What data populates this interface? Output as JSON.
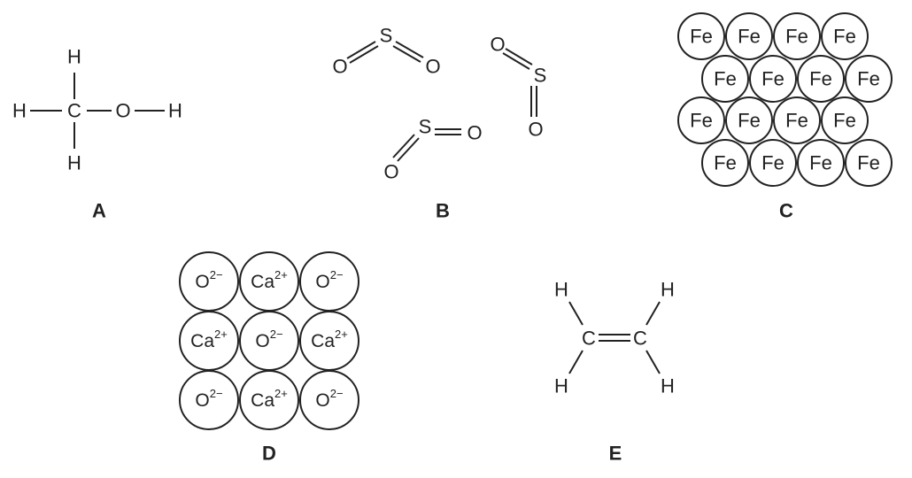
{
  "colors": {
    "ink": "#222222",
    "background": "#ffffff"
  },
  "panels": {
    "a": {
      "label": "A",
      "atoms": {
        "h_top": "H",
        "h_left": "H",
        "carbon": "C",
        "oxygen": "O",
        "h_right": "H",
        "h_bottom": "H"
      }
    },
    "b": {
      "label": "B",
      "molecules": [
        {
          "s": "S",
          "o1": "O",
          "o2": "O"
        },
        {
          "s": "S",
          "o1": "O",
          "o2": "O"
        },
        {
          "s": "S",
          "o1": "O",
          "o2": "O"
        }
      ]
    },
    "c": {
      "label": "C",
      "atom_symbol": "Fe",
      "rows": [
        4,
        4,
        4,
        4
      ]
    },
    "d": {
      "label": "D",
      "grid": [
        [
          {
            "symbol": "O",
            "charge": "2−"
          },
          {
            "symbol": "Ca",
            "charge": "2+"
          },
          {
            "symbol": "O",
            "charge": "2−"
          }
        ],
        [
          {
            "symbol": "Ca",
            "charge": "2+"
          },
          {
            "symbol": "O",
            "charge": "2−"
          },
          {
            "symbol": "Ca",
            "charge": "2+"
          }
        ],
        [
          {
            "symbol": "O",
            "charge": "2−"
          },
          {
            "symbol": "Ca",
            "charge": "2+"
          },
          {
            "symbol": "O",
            "charge": "2−"
          }
        ]
      ]
    },
    "e": {
      "label": "E",
      "atoms": {
        "c_left": "C",
        "c_right": "C",
        "h_top_left": "H",
        "h_top_right": "H",
        "h_bottom_left": "H",
        "h_bottom_right": "H"
      }
    }
  }
}
